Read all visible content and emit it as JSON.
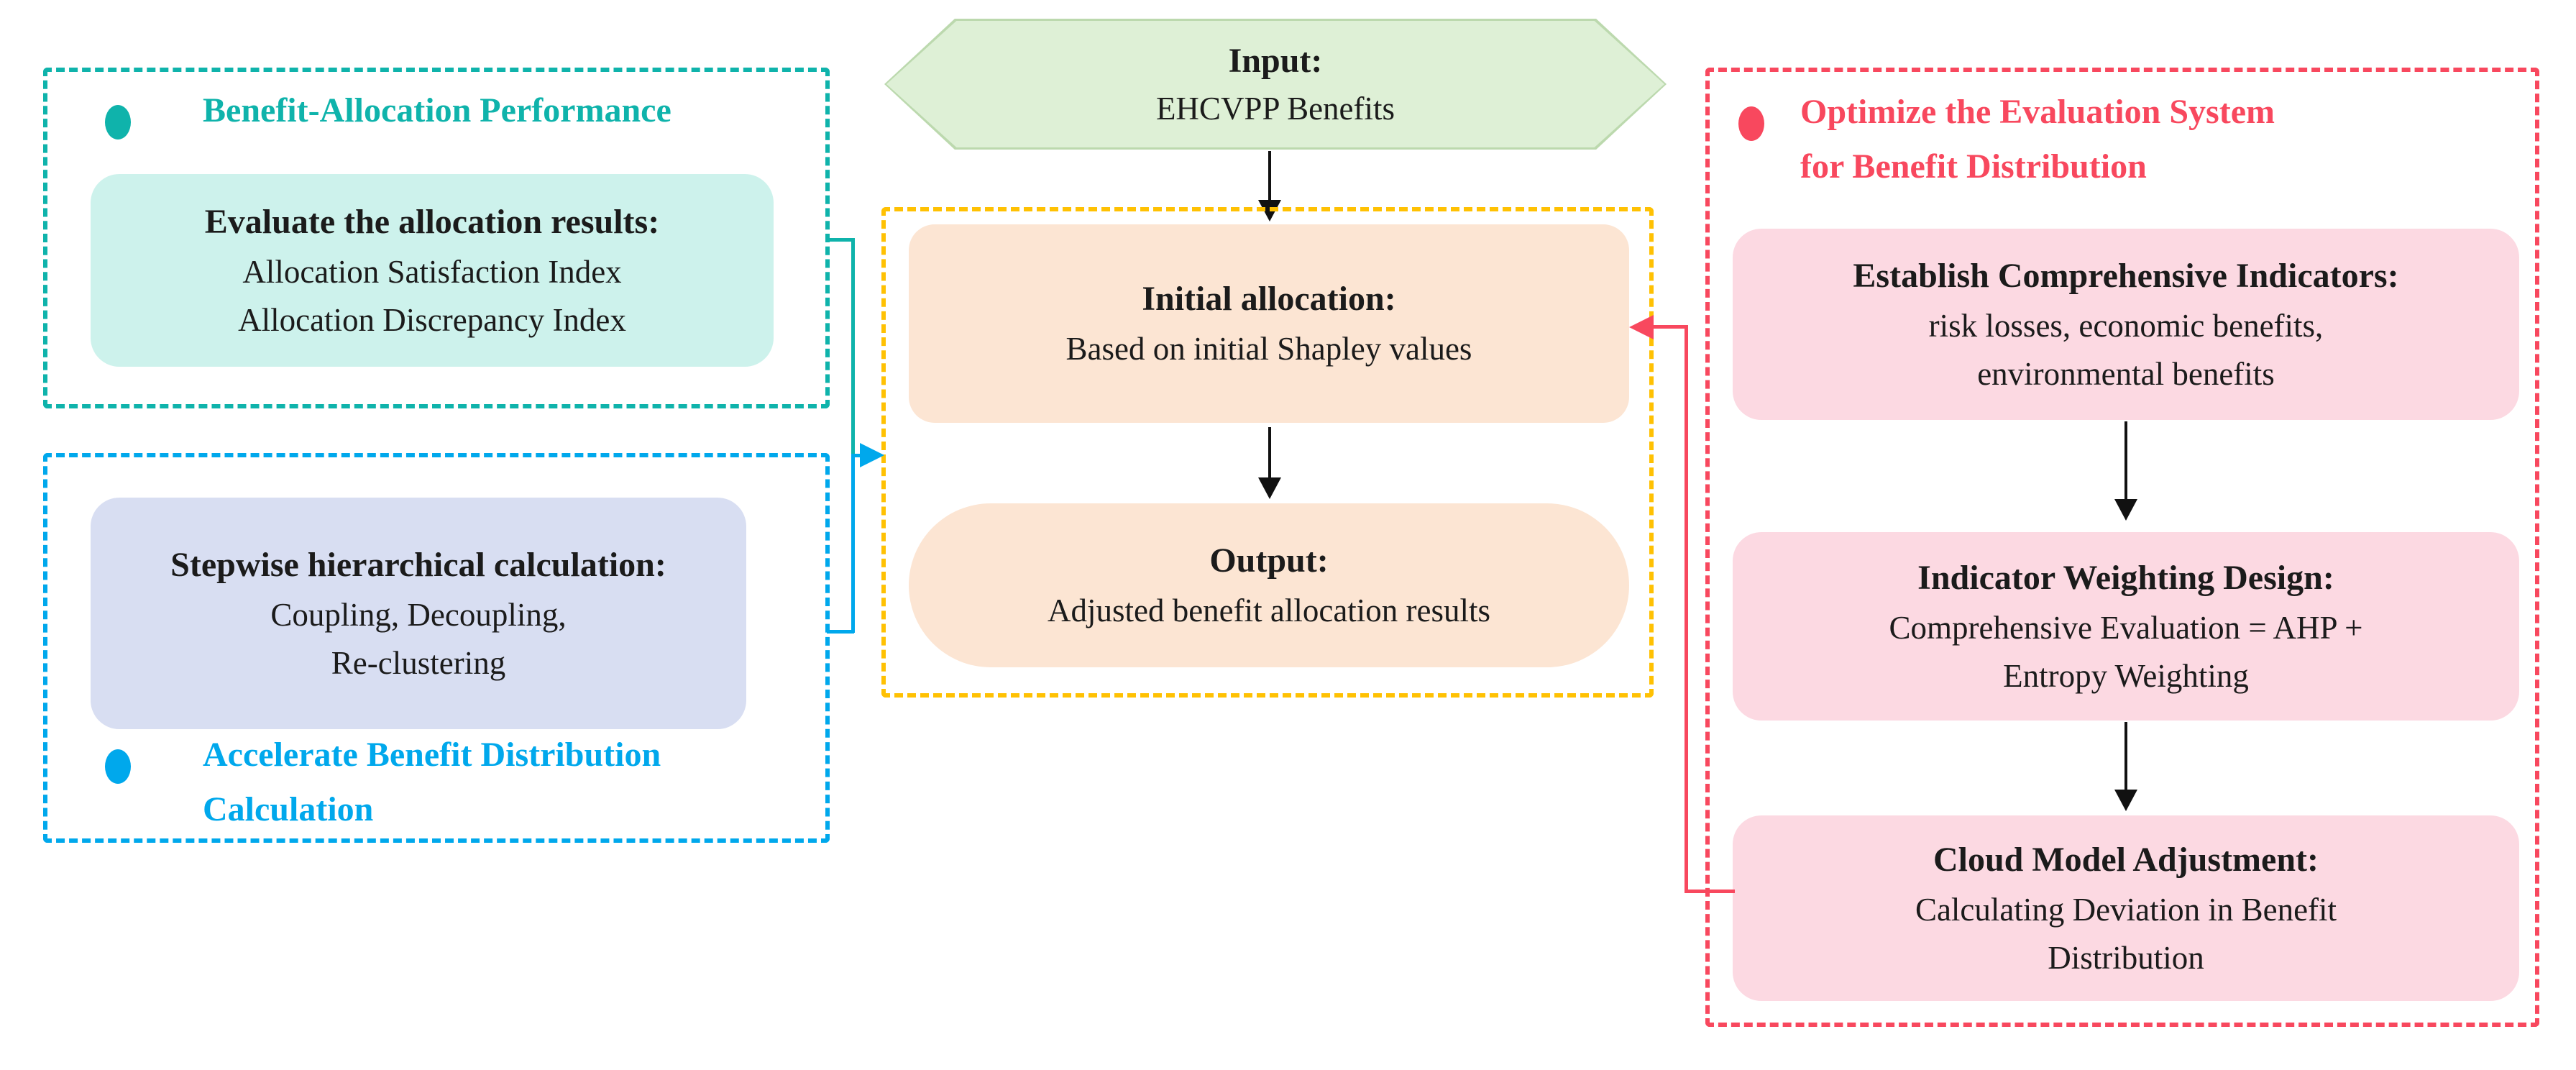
{
  "palette": {
    "teal": "#0fb3ab",
    "teal_fill": "#cdf2ec",
    "blue": "#00a8ec",
    "blue_fill": "#d8def2",
    "yellow": "#ffc103",
    "peach_fill": "#fce5d3",
    "green_fill": "#def0d6",
    "green_border": "#bcd9ae",
    "red": "#f8485e",
    "pink_fill": "#fcd9e2",
    "black_text": "#1b1b1b"
  },
  "icons": {
    "teal_bullet": "teal-bullet-icon",
    "blue_bullet": "blue-bullet-icon",
    "red_bullet": "red-bullet-icon"
  },
  "left_top": {
    "header": "Benefit-Allocation Performance",
    "box_title": "Evaluate the allocation results:",
    "box_lines": [
      "Allocation Satisfaction Index",
      "Allocation Discrepancy Index"
    ]
  },
  "left_bottom": {
    "box_title": "Stepwise hierarchical calculation:",
    "box_lines": [
      "Coupling, Decoupling,",
      "Re-clustering"
    ],
    "header_line1": "Accelerate Benefit Distribution",
    "header_line2": "Calculation"
  },
  "center": {
    "input_title": "Input:",
    "input_subtitle": "EHCVPP Benefits",
    "initial_title": "Initial allocation:",
    "initial_subtitle": "Based on initial Shapley values",
    "output_title": "Output:",
    "output_subtitle": "Adjusted benefit allocation results"
  },
  "right": {
    "header_line1": "Optimize the Evaluation System",
    "header_line2": "for Benefit Distribution",
    "boxes": [
      {
        "title": "Establish Comprehensive Indicators:",
        "line1": "risk losses, economic benefits,",
        "line2": "environmental benefits"
      },
      {
        "title": "Indicator Weighting Design:",
        "line1": "Comprehensive Evaluation = AHP +",
        "line2": "Entropy Weighting"
      },
      {
        "title": "Cloud Model Adjustment:",
        "line1": "Calculating Deviation in Benefit",
        "line2": "Distribution"
      }
    ]
  }
}
